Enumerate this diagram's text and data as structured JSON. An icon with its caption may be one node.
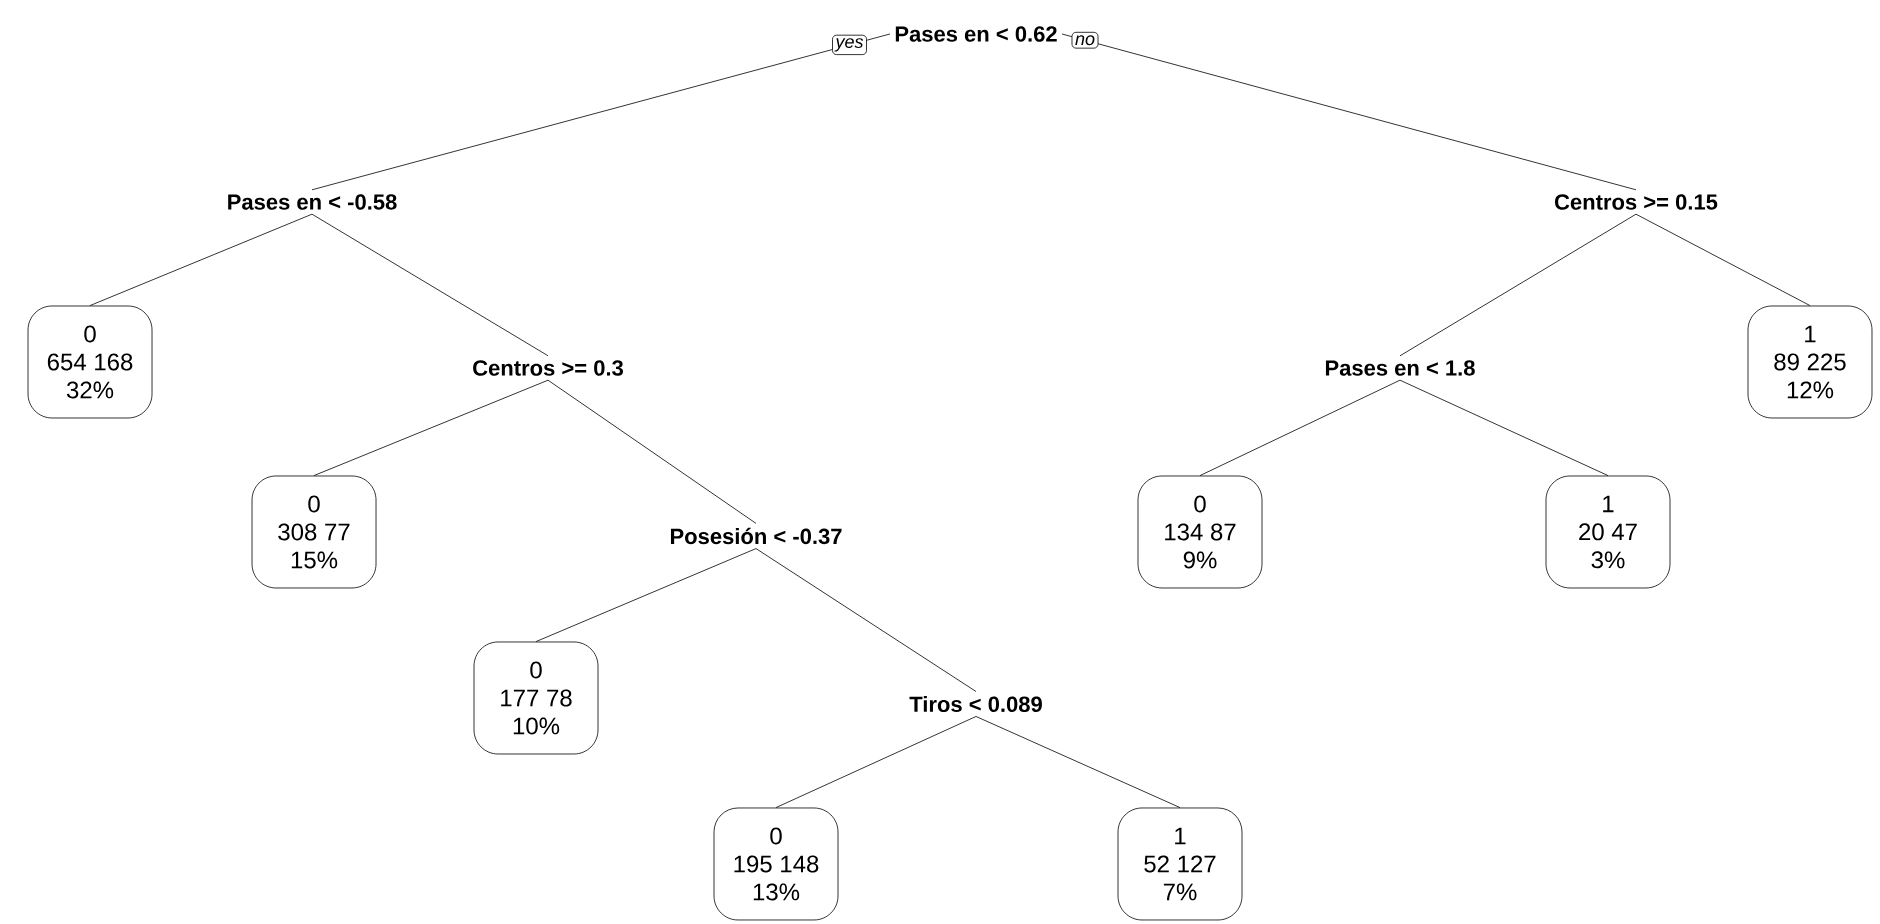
{
  "diagram": {
    "nodes": [
      {
        "text": [
          "Pases en < 0.62"
        ]
      },
      {
        "text": [
          "Pases en < -0.58"
        ]
      },
      {
        "text": [
          "Centros >= 0.15"
        ]
      },
      {
        "text": [
          "0",
          "654 168",
          "32%"
        ]
      },
      {
        "text": [
          "Centros >= 0.3"
        ]
      },
      {
        "text": [
          "0",
          "308 77",
          "15%"
        ]
      },
      {
        "text": [
          "Posesión < -0.37"
        ]
      },
      {
        "text": [
          "0",
          "177 78",
          "10%"
        ]
      },
      {
        "text": [
          "Tiros < 0.089"
        ]
      },
      {
        "text": [
          "0",
          "195 148",
          "13%"
        ]
      },
      {
        "text": [
          "1",
          "52 127",
          "7%"
        ]
      },
      {
        "text": [
          "Pases en < 1.8"
        ]
      },
      {
        "text": [
          "0",
          "134 87",
          "9%"
        ]
      },
      {
        "text": [
          "1",
          "20 47",
          "3%"
        ]
      },
      {
        "text": [
          "1",
          "89 225",
          "12%"
        ]
      }
    ],
    "edges": [
      {
        "from": 0,
        "to": 1,
        "arrow": "none",
        "label": "yes"
      },
      {
        "from": 0,
        "to": 2,
        "arrow": "none",
        "label": "no"
      },
      {
        "from": 1,
        "to": 3,
        "arrow": "none"
      },
      {
        "from": 1,
        "to": 4,
        "arrow": "none"
      },
      {
        "from": 4,
        "to": 5,
        "arrow": "none"
      },
      {
        "from": 4,
        "to": 6,
        "arrow": "none"
      },
      {
        "from": 6,
        "to": 7,
        "arrow": "none"
      },
      {
        "from": 6,
        "to": 8,
        "arrow": "none"
      },
      {
        "from": 8,
        "to": 9,
        "arrow": "none"
      },
      {
        "from": 8,
        "to": 10,
        "arrow": "none"
      },
      {
        "from": 2,
        "to": 11,
        "arrow": "none"
      },
      {
        "from": 2,
        "to": 14,
        "arrow": "none"
      },
      {
        "from": 11,
        "to": 12,
        "arrow": "none"
      },
      {
        "from": 11,
        "to": 13,
        "arrow": "none"
      }
    ]
  }
}
